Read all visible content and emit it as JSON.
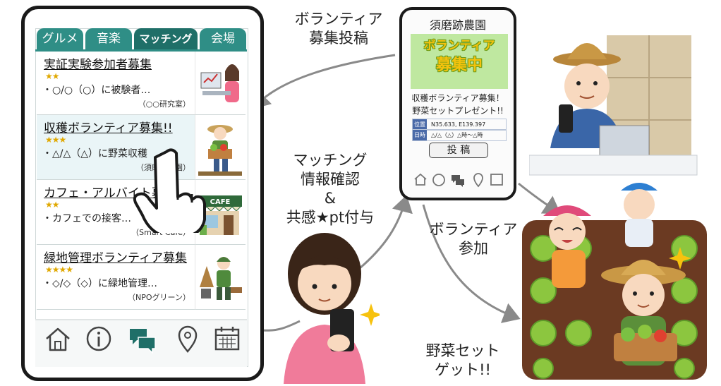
{
  "app": {
    "tabs": [
      "グルメ",
      "音楽",
      "マッチング",
      "会場"
    ],
    "active_tab": "マッチング",
    "cards": [
      {
        "title": "実証実験参加者募集",
        "stars": "★★",
        "desc": "・○/○（○）に被験者…",
        "org": "（○○研究室）"
      },
      {
        "title": "収穫ボランティア募集!!",
        "stars": "★★★",
        "desc": "・△/△（△）に野菜収穫",
        "org": "（須磨跡農園）"
      },
      {
        "title": "カフェ・アルバイト募集",
        "stars": "★★",
        "desc": "・カフェでの接客…",
        "org": "（Smart Cafe）"
      },
      {
        "title": "緑地管理ボランティア募集",
        "stars": "★★★★",
        "desc": "・◇/◇（◇）に緑地管理…",
        "org": "（NPOグリーン）"
      }
    ],
    "cafe_sign": "CAFE",
    "nav_icons": [
      "home-icon",
      "info-icon",
      "chat-icon",
      "location-icon",
      "calendar-icon"
    ]
  },
  "post_phone": {
    "farm_name": "須磨跡農園",
    "banner_line1": "ボランティア",
    "banner_line2": "募集中",
    "headline1": "収穫ボランティア募集！",
    "headline2": "野菜セットプレゼント!!",
    "location_label": "位置",
    "location_value": "N35.633, E139.397",
    "datetime_label": "日時",
    "datetime_value": "△/△（△）△時～△時",
    "post_button": "投 稿"
  },
  "labels": {
    "volunteer_post_1": "ボランティア",
    "volunteer_post_2": "募集投稿",
    "matching_1": "マッチング",
    "matching_2": "情報確認",
    "matching_3": "&",
    "matching_4": "共感★pt付与",
    "join_1": "ボランティア",
    "join_2": "参加",
    "get_1": "野菜セット",
    "get_2": "ゲット!!"
  },
  "colors": {
    "tab_teal": "#2f8e86",
    "chat_icon": "#1f6f68",
    "star_gold": "#e0a800",
    "banner_green": "#bfe8a0"
  }
}
